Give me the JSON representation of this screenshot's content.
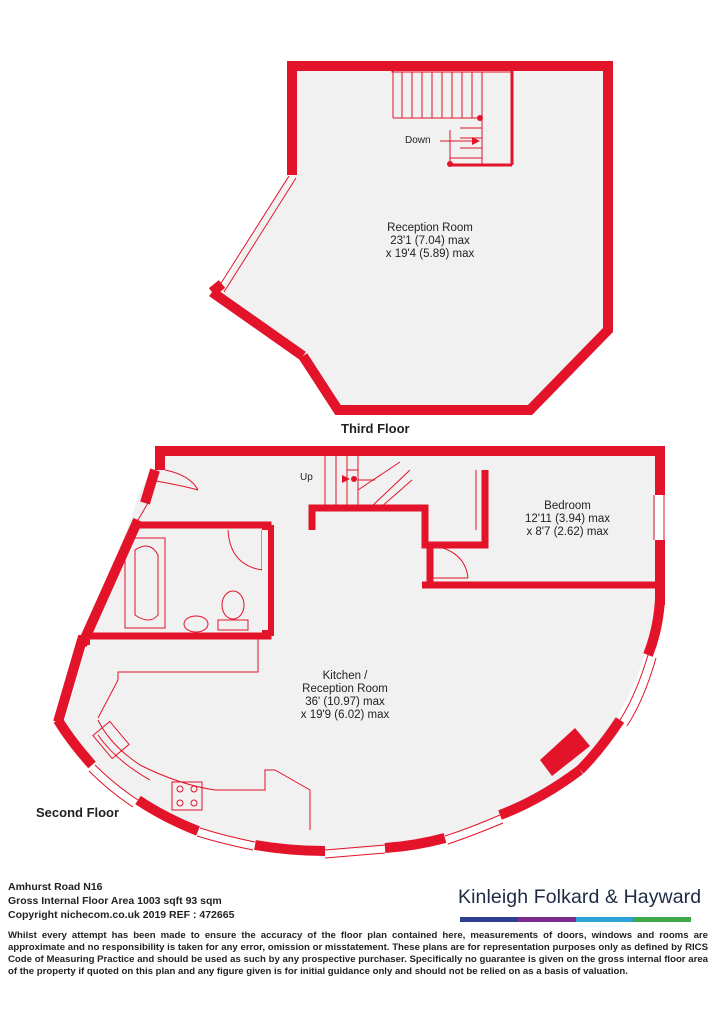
{
  "floors": {
    "third": {
      "label": "Third Floor",
      "room": {
        "name": "Reception Room",
        "dim1": "23'1 (7.04) max",
        "dim2": "x 19'4 (5.89) max"
      },
      "stairs_label": "Down"
    },
    "second": {
      "label": "Second Floor",
      "stairs_label": "Up",
      "bedroom": {
        "name": "Bedroom",
        "dim1": "12'11 (3.94) max",
        "dim2": "x 8'7 (2.62) max"
      },
      "kitchen": {
        "name1": "Kitchen /",
        "name2": "Reception Room",
        "dim1": "36' (10.97) max",
        "dim2": "x 19'9 (6.02) max"
      }
    }
  },
  "info": {
    "address": "Amhurst Road  N16",
    "area": "Gross Internal Floor Area 1003 sqft 93 sqm",
    "copyright": "Copyright nichecom.co.uk 2019 REF : 472665"
  },
  "brand": {
    "name": "Kinleigh Folkard & Hayward",
    "bar_colors": [
      "#2f3f8f",
      "#7b2c8c",
      "#2ba3d7",
      "#3ea84a"
    ]
  },
  "disclaimer": "Whilst every attempt has been made to ensure the accuracy of the floor plan contained here, measurements of doors, windows and rooms are approximate and no responsibility is taken for any error, omission or misstatement.  These plans are for representation purposes only as defined by RICS Code of Measuring Practice and should be used as such by any prospective purchaser.  Specifically no guarantee is given on the gross internal floor area of the property if quoted on this plan and any figure given is for initial guidance only and should not be relied on as a basis of valuation.",
  "colors": {
    "wall": "#e3132a",
    "floor": "#f1f1f1",
    "line": "#e3132a"
  }
}
